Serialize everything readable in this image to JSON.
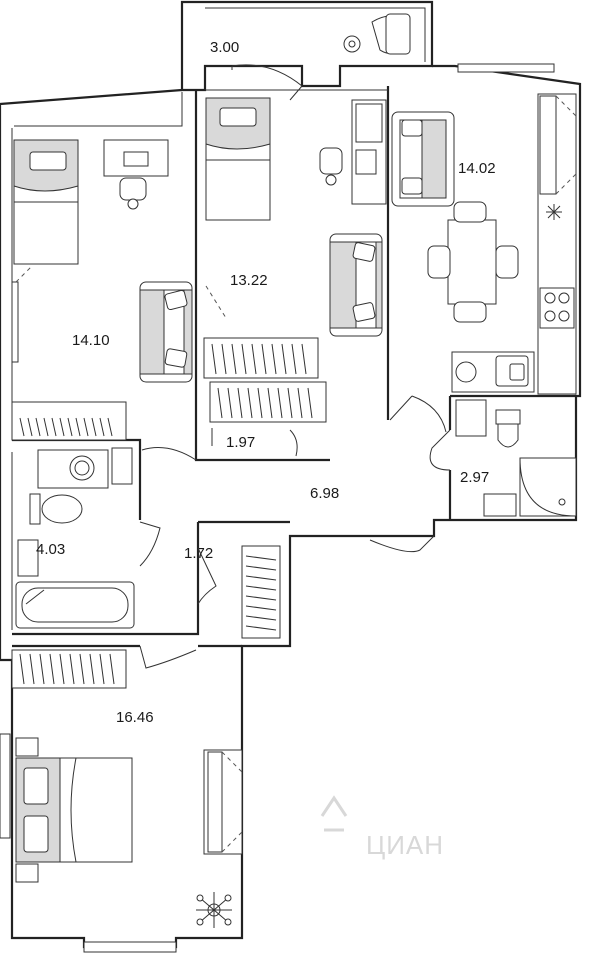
{
  "rooms": {
    "balcony": "3.00",
    "bedroom_left": "14.10",
    "bedroom_middle": "13.22",
    "kitchen": "14.02",
    "closet": "1.97",
    "shower_bath": "2.97",
    "hall": "6.98",
    "bathroom": "4.03",
    "storage": "1.72",
    "master_bedroom": "16.46"
  },
  "watermark": "ЦИАН"
}
